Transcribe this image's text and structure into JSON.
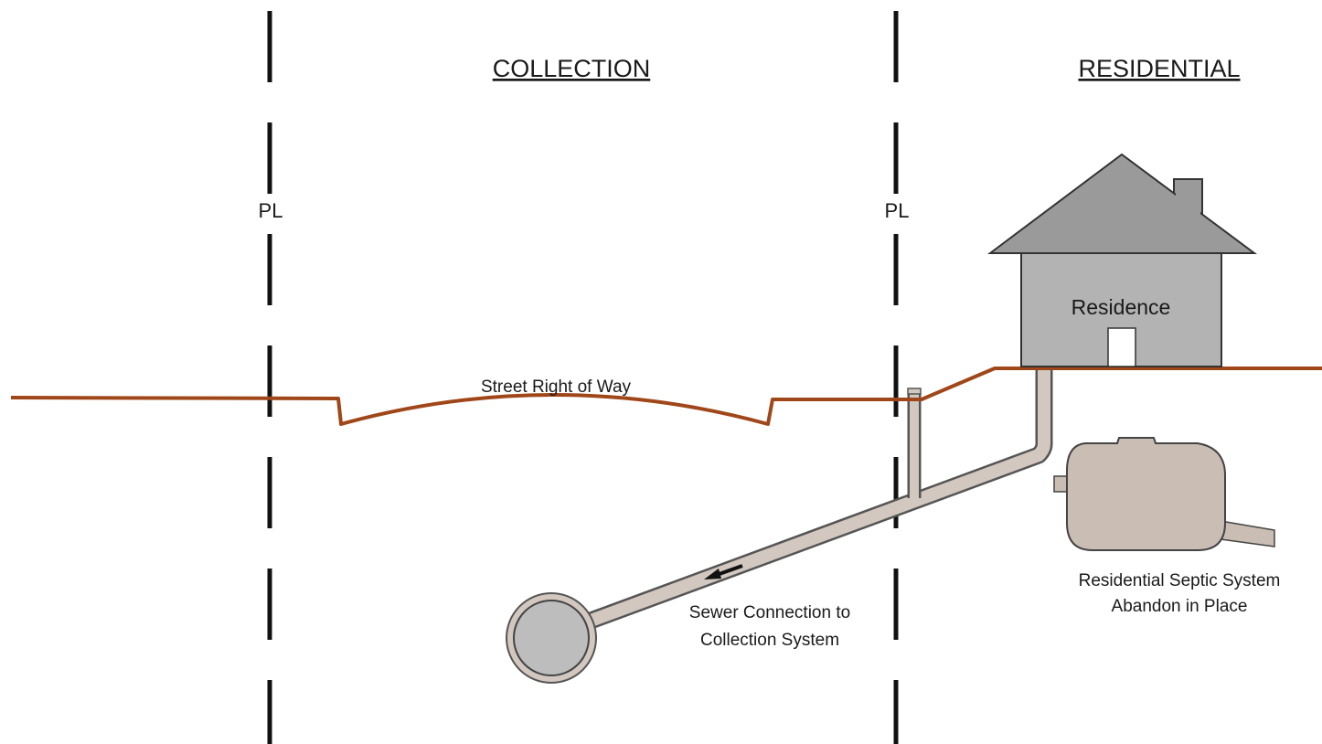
{
  "sections": {
    "collection_title": "COLLECTION",
    "residential_title": "RESIDENTIAL"
  },
  "property_line": {
    "left_label": "PL",
    "right_label": "PL"
  },
  "street": {
    "label": "Street Right of Way"
  },
  "residence": {
    "label": "Residence"
  },
  "sewer": {
    "label_line1": "Sewer Connection to",
    "label_line2": "Collection System"
  },
  "septic": {
    "label_line1": "Residential Septic System",
    "label_line2": "Abandon in Place"
  },
  "colors": {
    "ground": "#A0471A",
    "house_fill": "#B3B3B3",
    "roof_fill": "#9A9A9A",
    "pipe_fill": "#D2C8BF",
    "septic_fill": "#C9BDB4",
    "manhole_fill": "#BDBDBD",
    "line": "#111111"
  }
}
